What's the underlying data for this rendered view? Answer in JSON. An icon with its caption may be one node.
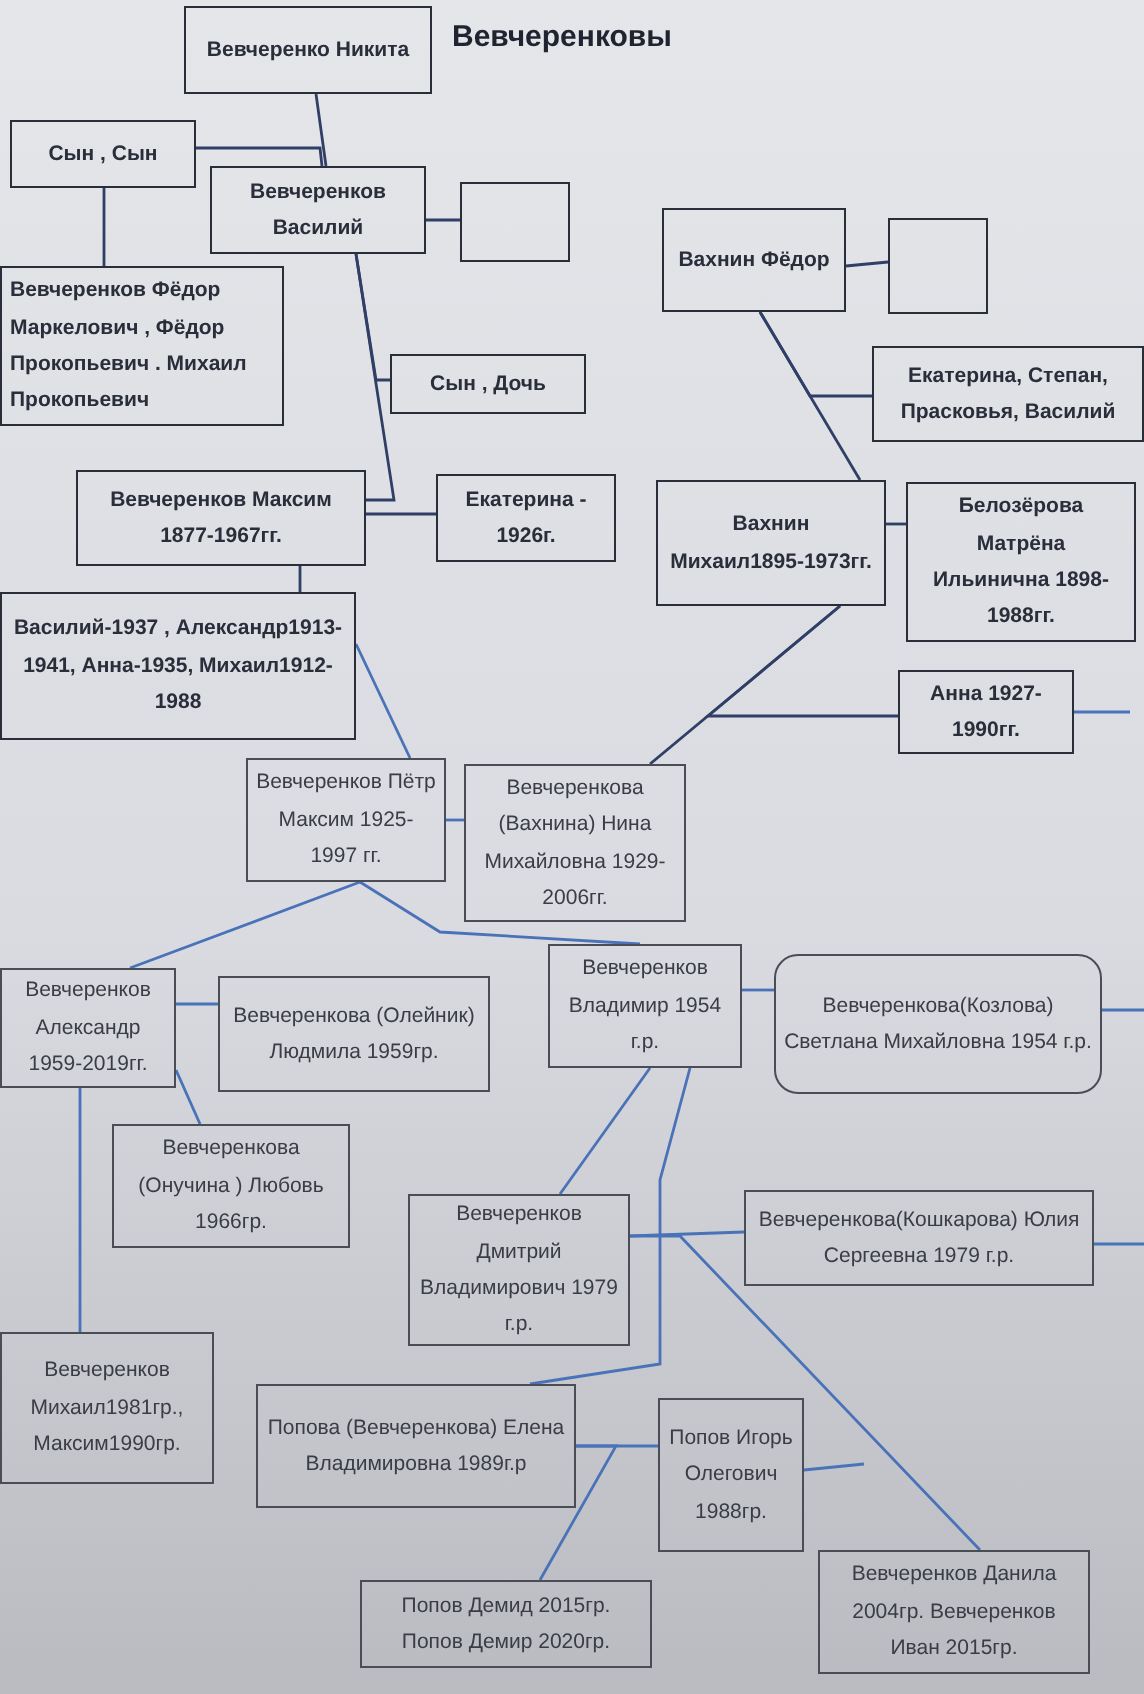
{
  "diagram": {
    "title": "Вевчеренковы",
    "nodes": [
      {
        "text": [
          "Вевчеренко Никита"
        ]
      },
      {
        "text": [
          "Сын , Сын"
        ]
      },
      {
        "text": [
          "Вевчеренков Василий"
        ]
      },
      {
        "text": [],
        "shape": "box"
      },
      {
        "text": [
          "Вевчеренков Фёдор Маркелович , Фёдор Прокопьевич . Михаил Прокопьевич"
        ]
      },
      {
        "text": [
          "Вахнин Фёдор"
        ]
      },
      {
        "text": [],
        "shape": "box"
      },
      {
        "text": [
          "Сын , Дочь"
        ]
      },
      {
        "text": [
          "Екатерина, Степан, Прасковья, Василий"
        ]
      },
      {
        "text": [
          "Вевчеренков Максим 1877-1967гг."
        ]
      },
      {
        "text": [
          "Екатерина - 1926г."
        ]
      },
      {
        "text": [
          "Вахнин Михаил1895-1973гг."
        ]
      },
      {
        "text": [
          "Белозёрова Матрёна Ильинична 1898-1988гг."
        ]
      },
      {
        "text": [
          "Василий-1937 , Александр1913-1941, Анна-1935, Михаил1912-1988"
        ]
      },
      {
        "text": [
          "Анна 1927-1990гг."
        ]
      },
      {
        "text": [
          "Вевчеренков Пётр Максим 1925-1997 гг."
        ]
      },
      {
        "text": [
          "Вевчеренкова (Вахнина) Нина Михайловна 1929-2006гг."
        ]
      },
      {
        "text": [
          "Вевчеренков Александр 1959-2019гг."
        ]
      },
      {
        "text": [
          "Вевчеренкова (Олейник) Людмила 1959гр."
        ]
      },
      {
        "text": [
          "Вевчеренков Владимир 1954 г.р."
        ]
      },
      {
        "text": [
          "Вевчеренкова(Козлова) Светлана Михайловна 1954 г.р."
        ]
      },
      {
        "text": [
          "Вевчеренкова (Онучина ) Любовь 1966гр."
        ]
      },
      {
        "text": [
          "Вевчеренков Дмитрий Владимирович 1979 г.р."
        ]
      },
      {
        "text": [
          "Вевчеренкова(Кошкарова) Юлия Сергеевна 1979 г.р."
        ]
      },
      {
        "text": [
          "Вевчеренков Михаил1981гр., Максим1990гр."
        ]
      },
      {
        "text": [
          "Попова (Вевчеренкова) Елена Владимировна 1989г.р"
        ]
      },
      {
        "text": [
          "Попов Игорь Олегович 1988гр."
        ]
      },
      {
        "text": [
          "Попов Демид 2015гр. Попов Демир 2020гр."
        ]
      },
      {
        "text": [
          "Вевчеренков Данила 2004гр. Вевчеренков Иван 2015гр."
        ]
      }
    ],
    "edges": [
      {
        "from": 0,
        "to": 2,
        "arrow": "none"
      },
      {
        "from": 1,
        "to": 2,
        "arrow": "none"
      },
      {
        "from": 1,
        "to": 4,
        "arrow": "none"
      },
      {
        "from": 2,
        "to": 3,
        "arrow": "none"
      },
      {
        "from": 2,
        "to": 7,
        "arrow": "none"
      },
      {
        "from": 2,
        "to": 9,
        "arrow": "none"
      },
      {
        "from": 9,
        "to": 10,
        "arrow": "none"
      },
      {
        "from": 5,
        "to": 6,
        "arrow": "none"
      },
      {
        "from": 5,
        "to": 8,
        "arrow": "none"
      },
      {
        "from": 5,
        "to": 11,
        "arrow": "none"
      },
      {
        "from": 11,
        "to": 12,
        "arrow": "none"
      },
      {
        "from": 9,
        "to": 13,
        "arrow": "none"
      },
      {
        "from": 13,
        "to": 15,
        "arrow": "none"
      },
      {
        "from": 11,
        "to": 16,
        "arrow": "none"
      },
      {
        "from": 11,
        "to": 14,
        "arrow": "none"
      },
      {
        "from": 14,
        "to": null,
        "arrow": "none"
      },
      {
        "from": 15,
        "to": 16,
        "arrow": "none"
      },
      {
        "from": 15,
        "to": 17,
        "arrow": "none"
      },
      {
        "from": 15,
        "to": 19,
        "arrow": "none"
      },
      {
        "from": 17,
        "to": 18,
        "arrow": "none"
      },
      {
        "from": 17,
        "to": 21,
        "arrow": "none"
      },
      {
        "from": 17,
        "to": 24,
        "arrow": "none"
      },
      {
        "from": 19,
        "to": 20,
        "arrow": "none"
      },
      {
        "from": 20,
        "to": null,
        "arrow": "none"
      },
      {
        "from": 19,
        "to": 22,
        "arrow": "none"
      },
      {
        "from": 19,
        "to": 25,
        "arrow": "none"
      },
      {
        "from": 22,
        "to": 23,
        "arrow": "none"
      },
      {
        "from": 23,
        "to": null,
        "arrow": "none"
      },
      {
        "from": 22,
        "to": 28,
        "arrow": "none"
      },
      {
        "from": 25,
        "to": 26,
        "arrow": "none"
      },
      {
        "from": 26,
        "to": null,
        "arrow": "none"
      },
      {
        "from": 25,
        "to": 27,
        "arrow": "none"
      }
    ]
  }
}
